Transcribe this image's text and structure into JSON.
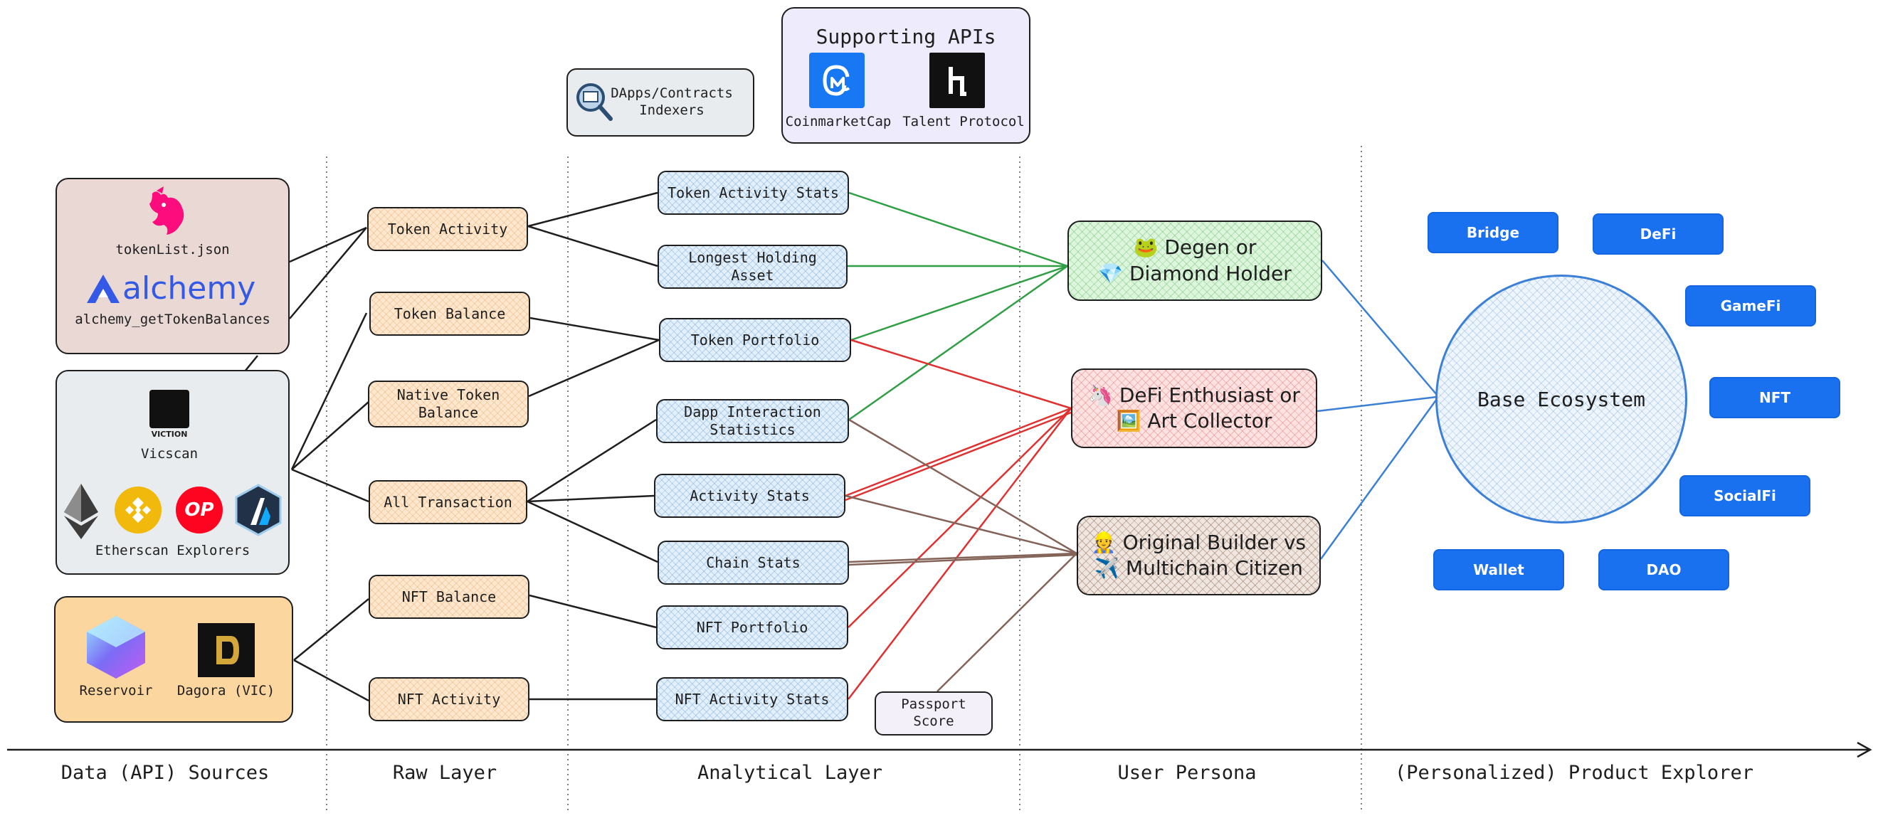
{
  "layers": {
    "sources": "Data (API) Sources",
    "raw": "Raw Layer",
    "analytical": "Analytical Layer",
    "persona": "User Persona",
    "product": "(Personalized) Product Explorer"
  },
  "sources": {
    "tokenlist": "tokenList.json",
    "alchemy_logo": "alchemy",
    "alchemy_method": "alchemy_getTokenBalances",
    "viction_logo": "VICTION",
    "vicscan": "Vicscan",
    "op_logo": "OP",
    "etherscan": "Etherscan Explorers",
    "reservoir": "Reservoir",
    "dagora": "Dagora (VIC)"
  },
  "supporting": {
    "indexers": "DApps/Contracts Indexers",
    "title": "Supporting APIs",
    "cmc": "CoinmarketCap",
    "talent": "Talent Protocol"
  },
  "raw": {
    "token_activity": "Token Activity",
    "token_balance": "Token Balance",
    "native_balance": "Native Token Balance",
    "all_tx": "All Transaction",
    "nft_balance": "NFT Balance",
    "nft_activity": "NFT Activity"
  },
  "analytical": {
    "token_activity_stats": "Token Activity Stats",
    "longest_holding": "Longest Holding Asset",
    "token_portfolio": "Token Portfolio",
    "dapp_stats": "Dapp Interaction Statistics",
    "activity_stats": "Activity Stats",
    "chain_stats": "Chain Stats",
    "nft_portfolio": "NFT Portfolio",
    "nft_activity_stats": "NFT Activity Stats",
    "passport": "Passport Score"
  },
  "personas": {
    "degen_line1": "🐸 Degen or",
    "degen_line2": "💎 Diamond Holder",
    "defi_line1": "🦄 DeFi Enthusiast or",
    "defi_line2": "🖼️ Art Collector",
    "builder_line1": "👷 Original Builder vs",
    "builder_line2": "✈️ Multichain Citizen"
  },
  "products": {
    "ecosystem": "Base Ecosystem",
    "bridge": "Bridge",
    "defi": "DeFi",
    "gamefi": "GameFi",
    "nft": "NFT",
    "socialfi": "SocialFi",
    "wallet": "Wallet",
    "dao": "DAO"
  },
  "colors": {
    "green_edge": "#2f9e44",
    "red_edge": "#e03131",
    "brown_edge": "#846358",
    "blue_edge": "#3b7fd6",
    "product_fill": "#1971f0"
  }
}
